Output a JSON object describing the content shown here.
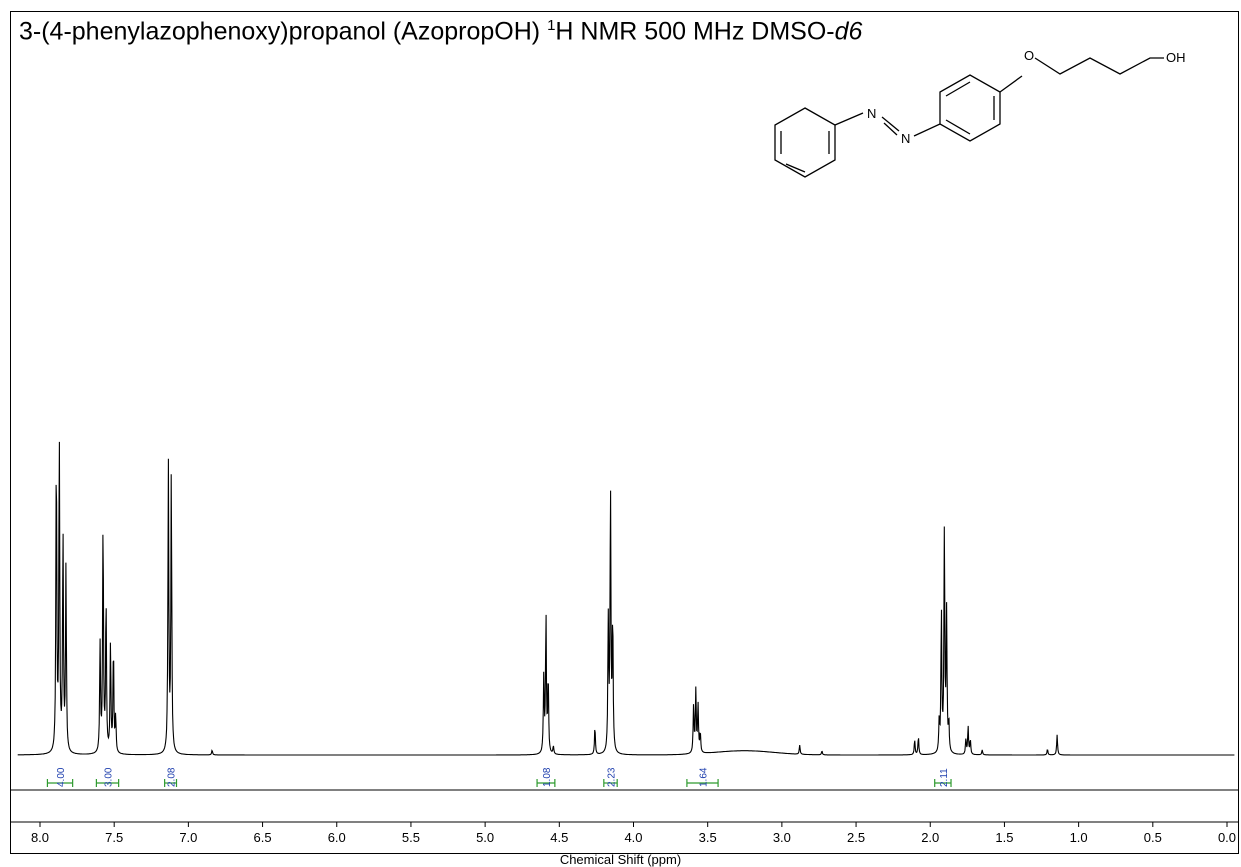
{
  "title": {
    "main": "3-(4-phenylazophenoxy)propanol (AzopropOH) ",
    "superscript": "1",
    "after_sup": "H NMR 500 MHz DMSO-",
    "italic": "d6"
  },
  "structure": {
    "atoms": [
      "N",
      "N",
      "O",
      "OH"
    ]
  },
  "chart_data": {
    "type": "line",
    "title": "3-(4-phenylazophenoxy)propanol (AzopropOH) 1H NMR 500 MHz DMSO-d6",
    "xlabel": "Chemical Shift (ppm)",
    "ylabel": "",
    "x_reversed": true,
    "xlim": [
      8.15,
      -0.05
    ],
    "ylim": [
      0,
      1
    ],
    "x_ticks": [
      "8.0",
      "7.5",
      "7.0",
      "6.5",
      "6.0",
      "5.5",
      "5.0",
      "4.5",
      "4.0",
      "3.5",
      "3.0",
      "2.5",
      "2.0",
      "1.5",
      "1.0",
      "0.5",
      "0.0"
    ],
    "x_tick_values": [
      8.0,
      7.5,
      7.0,
      6.5,
      6.0,
      5.5,
      5.0,
      4.5,
      4.0,
      3.5,
      3.0,
      2.5,
      2.0,
      1.5,
      1.0,
      0.5,
      0.0
    ],
    "peaks": [
      {
        "ppm": 7.89,
        "height": 0.92
      },
      {
        "ppm": 7.87,
        "height": 0.95
      },
      {
        "ppm": 7.845,
        "height": 0.68
      },
      {
        "ppm": 7.825,
        "height": 0.56
      },
      {
        "ppm": 7.595,
        "height": 0.33
      },
      {
        "ppm": 7.575,
        "height": 0.7
      },
      {
        "ppm": 7.555,
        "height": 0.46
      },
      {
        "ppm": 7.525,
        "height": 0.33
      },
      {
        "ppm": 7.505,
        "height": 0.32
      },
      {
        "ppm": 7.49,
        "height": 0.11
      },
      {
        "ppm": 7.135,
        "height": 0.9
      },
      {
        "ppm": 7.115,
        "height": 0.85
      },
      {
        "ppm": 6.84,
        "height": 0.015
      },
      {
        "ppm": 4.605,
        "height": 0.23
      },
      {
        "ppm": 4.59,
        "height": 0.42
      },
      {
        "ppm": 4.575,
        "height": 0.23
      },
      {
        "ppm": 4.54,
        "height": 0.025
      },
      {
        "ppm": 4.26,
        "height": 0.085
      },
      {
        "ppm": 4.17,
        "height": 0.4
      },
      {
        "ppm": 4.155,
        "height": 0.82
      },
      {
        "ppm": 4.14,
        "height": 0.4
      },
      {
        "ppm": 3.595,
        "height": 0.15
      },
      {
        "ppm": 3.58,
        "height": 0.19
      },
      {
        "ppm": 3.565,
        "height": 0.15
      },
      {
        "ppm": 3.55,
        "height": 0.06
      },
      {
        "ppm": 2.88,
        "height": 0.028
      },
      {
        "ppm": 2.73,
        "height": 0.012
      },
      {
        "ppm": 2.105,
        "height": 0.045
      },
      {
        "ppm": 2.08,
        "height": 0.055
      },
      {
        "ppm": 1.94,
        "height": 0.09
      },
      {
        "ppm": 1.925,
        "height": 0.43
      },
      {
        "ppm": 1.905,
        "height": 0.67
      },
      {
        "ppm": 1.89,
        "height": 0.43
      },
      {
        "ppm": 1.875,
        "height": 0.09
      },
      {
        "ppm": 1.76,
        "height": 0.045
      },
      {
        "ppm": 1.745,
        "height": 0.085
      },
      {
        "ppm": 1.73,
        "height": 0.045
      },
      {
        "ppm": 1.65,
        "height": 0.015
      },
      {
        "ppm": 1.21,
        "height": 0.018
      },
      {
        "ppm": 1.145,
        "height": 0.062
      }
    ],
    "broad_hump": {
      "center": 3.25,
      "width": 0.28,
      "height": 0.013
    },
    "integrals": [
      {
        "from": 7.95,
        "to": 7.78,
        "label": "4.00"
      },
      {
        "from": 7.62,
        "to": 7.47,
        "label": "3.00"
      },
      {
        "from": 7.16,
        "to": 7.08,
        "label": "2.08"
      },
      {
        "from": 4.65,
        "to": 4.53,
        "label": "1.08"
      },
      {
        "from": 4.2,
        "to": 4.11,
        "label": "2.23"
      },
      {
        "from": 3.64,
        "to": 3.43,
        "label": "1.64"
      },
      {
        "from": 1.97,
        "to": 1.86,
        "label": "2.11"
      }
    ],
    "colors": {
      "spectrum": "#000000",
      "integral_bracket": "#2e9a2e",
      "integral_label": "#1f3fae"
    }
  }
}
